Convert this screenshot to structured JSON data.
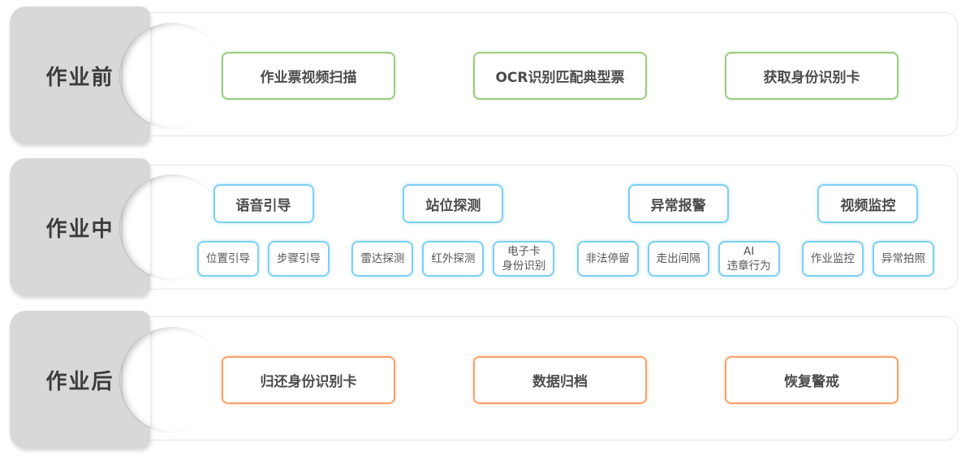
{
  "colors": {
    "stage_label_bg": "#d8d8d8",
    "stage_label_text": "#3c3c3c",
    "panel_border": "#e4e4e4",
    "accent_before": "#9bcb7f",
    "accent_during": "#7dcff4",
    "accent_after": "#f8a169",
    "box_text": "#4c4c4c",
    "sub_text": "#555555"
  },
  "stages": {
    "before": {
      "label": "作业前",
      "steps": [
        "作业票视频扫描",
        "OCR识别匹配典型票",
        "获取身份识别卡"
      ]
    },
    "during": {
      "label": "作业中",
      "groups": [
        {
          "header": "语音引导",
          "items": [
            "位置引导",
            "步骤引导"
          ]
        },
        {
          "header": "站位探测",
          "items": [
            "雷达探测",
            "红外探测",
            "电子卡\n身份识别"
          ]
        },
        {
          "header": "异常报警",
          "items": [
            "非法停留",
            "走出间隔",
            "AI\n违章行为"
          ]
        },
        {
          "header": "视频监控",
          "items": [
            "作业监控",
            "异常拍照"
          ]
        }
      ]
    },
    "after": {
      "label": "作业后",
      "steps": [
        "归还身份识别卡",
        "数据归档",
        "恢复警戒"
      ]
    }
  }
}
